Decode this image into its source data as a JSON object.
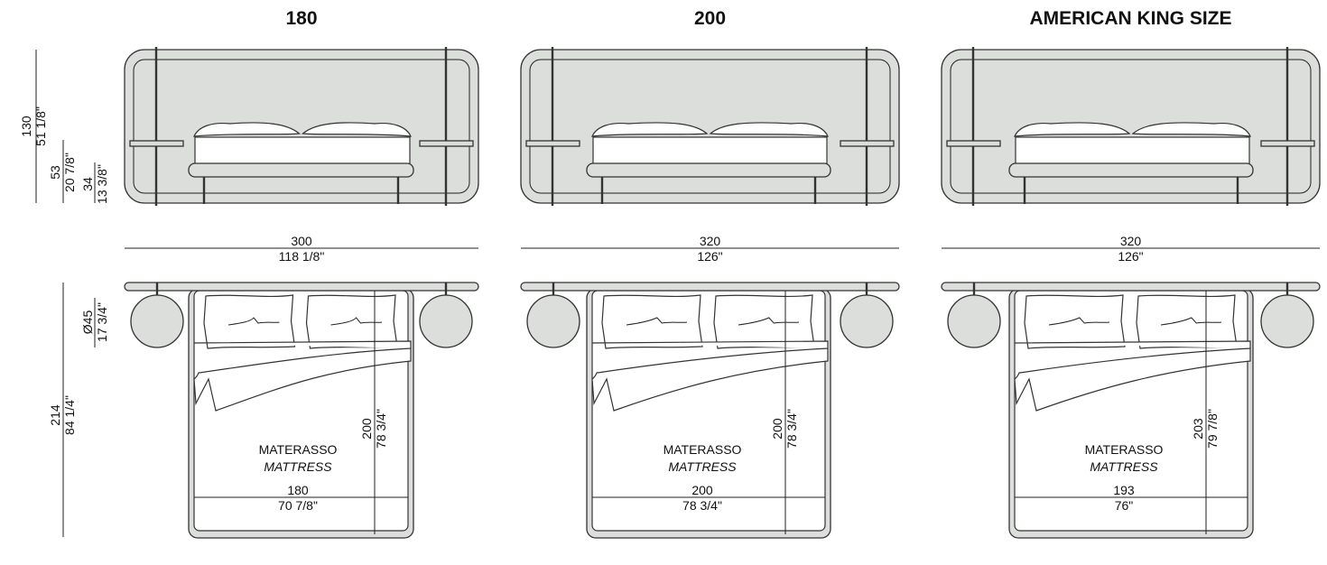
{
  "colors": {
    "fill": "#dcdedb",
    "line": "#333333"
  },
  "left_dims": {
    "total_height": {
      "cm": "130",
      "in": "51 1/8\""
    },
    "shelf_height": {
      "cm": "53",
      "in": "20 7/8\""
    },
    "bed_height": {
      "cm": "34",
      "in": "13 3/8\""
    },
    "table_diameter": {
      "cm": "Ø45",
      "in": "17 3/4\""
    },
    "total_depth": {
      "cm": "214",
      "in": "84 1/4\""
    }
  },
  "columns": [
    {
      "title": "180",
      "width_cm": "300",
      "width_in": "118 1/8\"",
      "mattress_label": "MATERASSO",
      "mattress_label_en": "MATTRESS",
      "mattress_w_cm": "180",
      "mattress_w_in": "70 7/8\"",
      "mattress_l_cm": "200",
      "mattress_l_in": "78 3/4\""
    },
    {
      "title": "200",
      "width_cm": "320",
      "width_in": "126\"",
      "mattress_label": "MATERASSO",
      "mattress_label_en": "MATTRESS",
      "mattress_w_cm": "200",
      "mattress_w_in": "78 3/4\"",
      "mattress_l_cm": "200",
      "mattress_l_in": "78 3/4\""
    },
    {
      "title": "AMERICAN KING SIZE",
      "width_cm": "320",
      "width_in": "126\"",
      "mattress_label": "MATERASSO",
      "mattress_label_en": "MATTRESS",
      "mattress_w_cm": "193",
      "mattress_w_in": "76\"",
      "mattress_l_cm": "203",
      "mattress_l_in": "79 7/8\""
    }
  ]
}
